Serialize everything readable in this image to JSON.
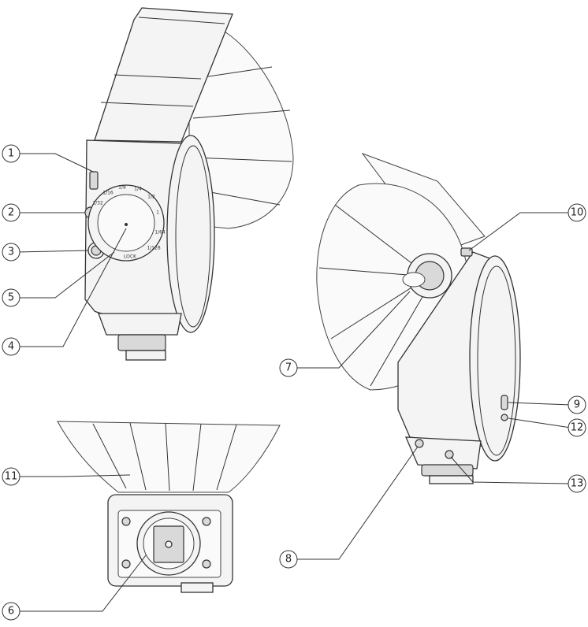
{
  "callouts": [
    {
      "id": "c1",
      "label": "1"
    },
    {
      "id": "c2",
      "label": "2"
    },
    {
      "id": "c3",
      "label": "3"
    },
    {
      "id": "c4",
      "label": "4"
    },
    {
      "id": "c5",
      "label": "5"
    },
    {
      "id": "c6",
      "label": "6"
    },
    {
      "id": "c7",
      "label": "7"
    },
    {
      "id": "c8",
      "label": "8"
    },
    {
      "id": "c9",
      "label": "9"
    },
    {
      "id": "c10",
      "label": "10"
    },
    {
      "id": "c11",
      "label": "11"
    },
    {
      "id": "c12",
      "label": "12"
    },
    {
      "id": "c13",
      "label": "13"
    }
  ],
  "dial_labels": [
    "1",
    "1/2",
    "1/4",
    "1/8",
    "1/16",
    "1/32",
    "1/64",
    "1/128",
    "LOCK"
  ]
}
